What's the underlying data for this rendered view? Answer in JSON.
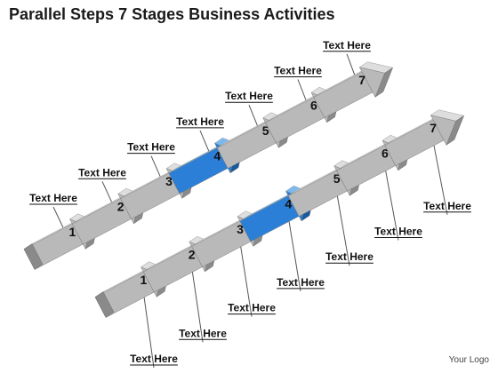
{
  "title": "Parallel Steps 7 Stages Business Activities",
  "logo_text": "Your Logo",
  "colors": {
    "arrow_face": "#b9b9b9",
    "arrow_top": "#dedede",
    "arrow_side": "#8a8a8a",
    "highlight_face": "#2b7fd6",
    "highlight_top": "#79b9f0",
    "highlight_side": "#175a9e",
    "number": "#111111",
    "label": "#111111",
    "leader_line": "#555555"
  },
  "rows": [
    {
      "name": "upper-row",
      "highlight_step": 4,
      "steps": [
        {
          "number": "1",
          "label": "Text Here"
        },
        {
          "number": "2",
          "label": "Text Here"
        },
        {
          "number": "3",
          "label": "Text Here"
        },
        {
          "number": "4",
          "label": "Text Here"
        },
        {
          "number": "5",
          "label": "Text Here"
        },
        {
          "number": "6",
          "label": "Text Here"
        },
        {
          "number": "7",
          "label": "Text Here"
        }
      ]
    },
    {
      "name": "lower-row",
      "highlight_step": 4,
      "steps": [
        {
          "number": "1",
          "label": "Text Here"
        },
        {
          "number": "2",
          "label": "Text Here"
        },
        {
          "number": "3",
          "label": "Text Here"
        },
        {
          "number": "4",
          "label": "Text Here"
        },
        {
          "number": "5",
          "label": "Text Here"
        },
        {
          "number": "6",
          "label": "Text Here"
        },
        {
          "number": "7",
          "label": "Text Here"
        }
      ]
    }
  ]
}
